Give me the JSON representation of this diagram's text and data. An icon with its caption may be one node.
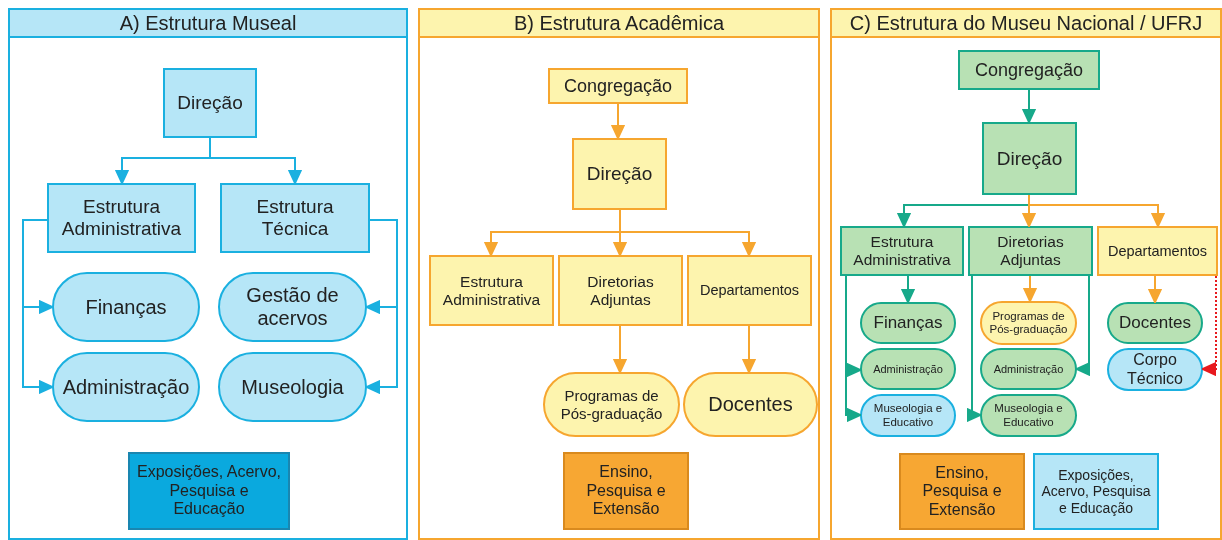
{
  "diagram": {
    "nodes": [
      {
        "text": [
          "A) Estrutura Museal"
        ]
      },
      {
        "text": [
          "Direção"
        ],
        "in": 0
      },
      {
        "text": [
          "Estrutura Administrativa"
        ],
        "in": 0
      },
      {
        "text": [
          "Estrutura Técnica"
        ],
        "in": 0
      },
      {
        "text": [
          "Finanças"
        ],
        "in": 0
      },
      {
        "text": [
          "Gestão de acervos"
        ],
        "in": 0
      },
      {
        "text": [
          "Administração"
        ],
        "in": 0
      },
      {
        "text": [
          "Museologia"
        ],
        "in": 0
      },
      {
        "text": [
          "Exposições, Acervo, Pesquisa e Educação"
        ],
        "in": 0
      },
      {
        "text": [
          "B) Estrutura Acadêmica"
        ]
      },
      {
        "text": [
          "Congregação"
        ],
        "in": 9
      },
      {
        "text": [
          "Direção"
        ],
        "in": 9
      },
      {
        "text": [
          "Estrutura Administrativa"
        ],
        "in": 9
      },
      {
        "text": [
          "Diretorias Adjuntas"
        ],
        "in": 9
      },
      {
        "text": [
          "Departamentos"
        ],
        "in": 9
      },
      {
        "text": [
          "Programas de Pós-graduação"
        ],
        "in": 9
      },
      {
        "text": [
          "Docentes"
        ],
        "in": 9
      },
      {
        "text": [
          "Ensino, Pesquisa e Extensão"
        ],
        "in": 9
      },
      {
        "text": [
          "C) Estrutura do Museu Nacional / UFRJ"
        ]
      },
      {
        "text": [
          "Congregação"
        ],
        "in": 18
      },
      {
        "text": [
          "Direção"
        ],
        "in": 18
      },
      {
        "text": [
          "Estrutura Administrativa"
        ],
        "in": 18
      },
      {
        "text": [
          "Diretorias Adjuntas"
        ],
        "in": 18
      },
      {
        "text": [
          "Departamentos"
        ],
        "in": 18
      },
      {
        "text": [
          "Finanças"
        ],
        "in": 18
      },
      {
        "text": [
          "Programas de Pós-graduação"
        ],
        "in": 18
      },
      {
        "text": [
          "Docentes"
        ],
        "in": 18
      },
      {
        "text": [
          "Administração"
        ],
        "in": 18
      },
      {
        "text": [
          "Administração"
        ],
        "in": 18
      },
      {
        "text": [
          "Corpo Técnico"
        ],
        "in": 18
      },
      {
        "text": [
          "Museologia e Educativo"
        ],
        "in": 18
      },
      {
        "text": [
          "Museologia e Educativo"
        ],
        "in": 18
      },
      {
        "text": [
          "Ensino, Pesquisa e Extensão"
        ],
        "in": 18
      },
      {
        "text": [
          "Exposições, Acervo, Pesquisa e Educação"
        ],
        "in": 18
      }
    ],
    "edges": [
      {
        "from": 1,
        "to": 2,
        "arrow": "to",
        "color": "#1ab0e0"
      },
      {
        "from": 1,
        "to": 3,
        "arrow": "to",
        "color": "#1ab0e0"
      },
      {
        "from": 2,
        "to": 4,
        "arrow": "to",
        "color": "#1ab0e0"
      },
      {
        "from": 2,
        "to": 6,
        "arrow": "to",
        "color": "#1ab0e0"
      },
      {
        "from": 3,
        "to": 5,
        "arrow": "to",
        "color": "#1ab0e0"
      },
      {
        "from": 3,
        "to": 7,
        "arrow": "to",
        "color": "#1ab0e0"
      },
      {
        "from": 10,
        "to": 11,
        "arrow": "to"
      },
      {
        "from": 11,
        "to": 12,
        "arrow": "to"
      },
      {
        "from": 11,
        "to": 13,
        "arrow": "to"
      },
      {
        "from": 11,
        "to": 14,
        "arrow": "to"
      },
      {
        "from": 13,
        "to": 15,
        "arrow": "to"
      },
      {
        "from": 14,
        "to": 16,
        "arrow": "to"
      },
      {
        "from": 19,
        "to": 20,
        "arrow": "to",
        "color": "#17a98a"
      },
      {
        "from": 20,
        "to": 21,
        "arrow": "to",
        "color": "#17a98a"
      },
      {
        "from": 20,
        "to": 22,
        "arrow": "to"
      },
      {
        "from": 20,
        "to": 23,
        "arrow": "to"
      },
      {
        "from": 21,
        "to": 24,
        "arrow": "to",
        "color": "#17a98a"
      },
      {
        "from": 21,
        "to": 27,
        "arrow": "to",
        "color": "#17a98a"
      },
      {
        "from": 21,
        "to": 30,
        "arrow": "to",
        "color": "#17a98a"
      },
      {
        "from": 22,
        "to": 25,
        "arrow": "to"
      },
      {
        "from": 22,
        "to": 28,
        "arrow": "to",
        "color": "#17a98a"
      },
      {
        "from": 22,
        "to": 31,
        "arrow": "to",
        "color": "#17a98a"
      },
      {
        "from": 23,
        "to": 26,
        "arrow": "to"
      },
      {
        "from": 23,
        "to": 29,
        "arrow": "to",
        "style": "dashed",
        "color": "#e8191e"
      }
    ]
  }
}
